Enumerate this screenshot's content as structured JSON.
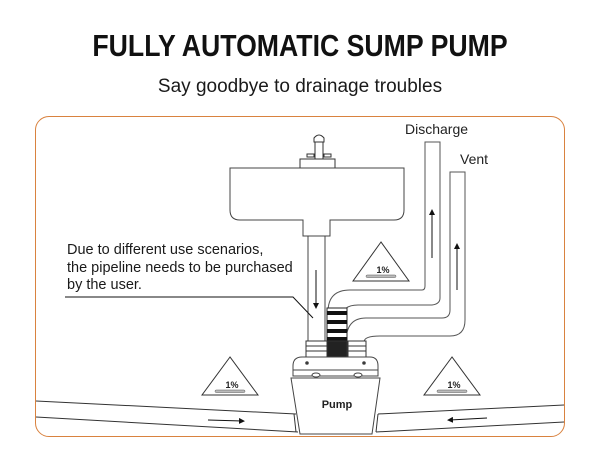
{
  "header": {
    "title": "FULLY AUTOMATIC SUMP PUMP",
    "subtitle": "Say goodbye to drainage troubles"
  },
  "diagram": {
    "frame_color": "#d9823f",
    "labels": {
      "discharge": "Discharge",
      "vent": "Vent",
      "pump": "Pump"
    },
    "note_lines": [
      "Due to different use scenarios,",
      "the pipeline needs to be purchased",
      "by the user."
    ],
    "slope_badges": [
      {
        "position": "left-floor",
        "text": "1%"
      },
      {
        "position": "center-upper",
        "text": "1%"
      },
      {
        "position": "right-floor",
        "text": "1%"
      }
    ],
    "flow_arrows": [
      {
        "pipe": "sink-drain",
        "direction": "down"
      },
      {
        "pipe": "discharge",
        "direction": "up"
      },
      {
        "pipe": "vent",
        "direction": "up"
      },
      {
        "pipe": "left-inlet",
        "direction": "right"
      },
      {
        "pipe": "right-inlet",
        "direction": "left"
      }
    ]
  }
}
